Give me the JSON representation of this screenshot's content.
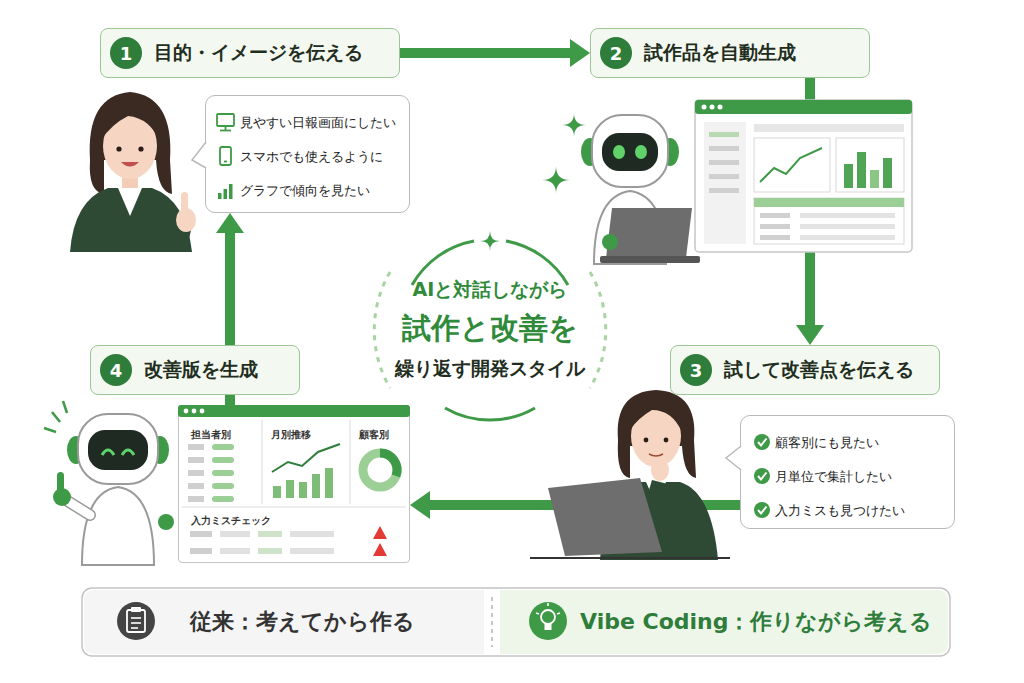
{
  "diagram": {
    "nodes": [
      {
        "text": [
          "1",
          "目的・イメージを伝える"
        ]
      },
      {
        "text": [
          "見やすい日報画面にしたい",
          "スマホでも使えるように",
          "グラフで傾向を見たい"
        ]
      },
      {
        "text": [
          "2",
          "試作品を自動生成"
        ]
      },
      {
        "text": [
          "AIと対話しながら",
          "試作と改善を",
          "繰り返す開発スタイル"
        ]
      },
      {
        "text": [
          "4",
          "改善版を生成"
        ]
      },
      {
        "text": [
          "3",
          "試して改善点を伝える"
        ]
      },
      {
        "text": [
          "担当者別",
          "月別推移",
          "顧客別",
          "入力ミスチェック"
        ]
      },
      {
        "text": [
          "顧客別にも見たい",
          "月単位で集計したい",
          "入力ミスも見つけたい"
        ]
      },
      {
        "text": [
          "従来：考えてから作る"
        ]
      },
      {
        "text": [
          "Vibe Coding：作りながら考える"
        ]
      }
    ],
    "edges": [
      {
        "from": 0,
        "to": 2,
        "arrow": "to"
      },
      {
        "from": 2,
        "to": 5,
        "arrow": "to"
      },
      {
        "from": 7,
        "to": 6,
        "arrow": "to"
      },
      {
        "from": 6,
        "to": 1,
        "arrow": "to"
      }
    ]
  }
}
